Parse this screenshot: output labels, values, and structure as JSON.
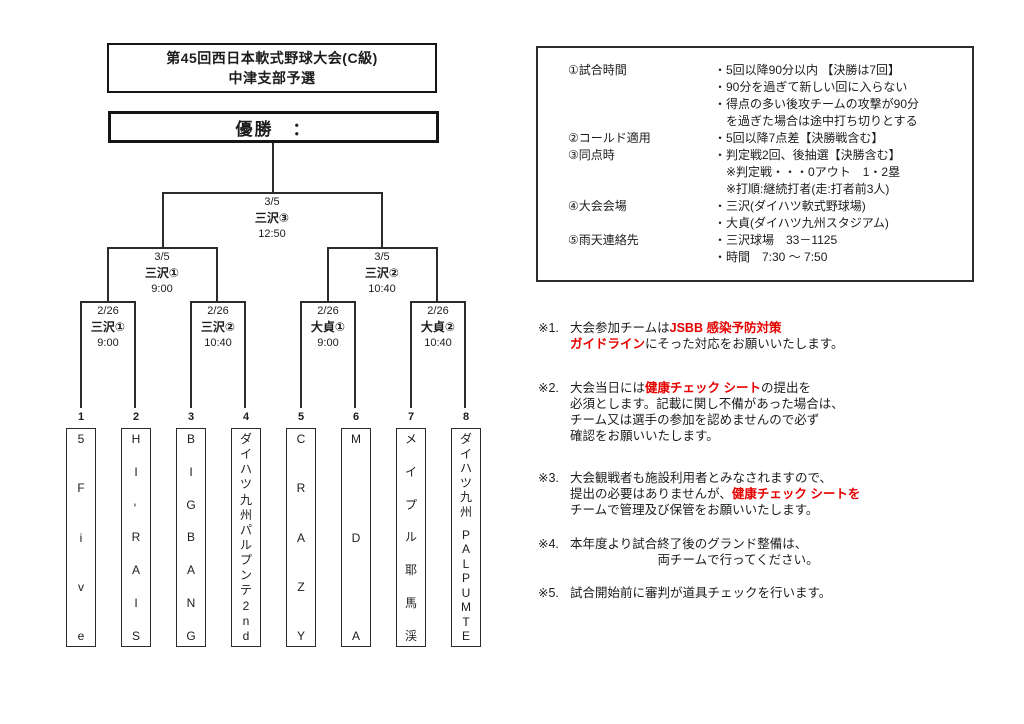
{
  "title": {
    "line1": "第45回西日本軟式野球大会(C級)",
    "line2": "中津支部予選"
  },
  "champion": {
    "label": "優勝　："
  },
  "bracket": {
    "final": {
      "date": "3/5",
      "name": "三沢③",
      "time": "12:50"
    },
    "semi_left": {
      "date": "3/5",
      "name": "三沢①",
      "time": "9:00"
    },
    "semi_right": {
      "date": "3/5",
      "name": "三沢②",
      "time": "10:40"
    },
    "round1": [
      {
        "date": "2/26",
        "name": "三沢①",
        "time": "9:00"
      },
      {
        "date": "2/26",
        "name": "三沢②",
        "time": "10:40"
      },
      {
        "date": "2/26",
        "name": "大貞①",
        "time": "9:00"
      },
      {
        "date": "2/26",
        "name": "大貞②",
        "time": "10:40"
      }
    ]
  },
  "teams": [
    {
      "seed": "1",
      "name": "5Five"
    },
    {
      "seed": "2",
      "name": "HI-RAIS"
    },
    {
      "seed": "3",
      "name": "BIGBANG"
    },
    {
      "seed": "4",
      "name": "ダイハツ九州パルプンテ2nd"
    },
    {
      "seed": "5",
      "name": "CRAZY"
    },
    {
      "seed": "6",
      "name": "MDA"
    },
    {
      "seed": "7",
      "name": "メイプル耶馬渓"
    },
    {
      "seed": "8",
      "name": "ダイハツ九州 PALPUMTE"
    }
  ],
  "rules": {
    "items": [
      {
        "label": "①試合時間",
        "lines": [
          "・5回以降90分以内 【決勝は7回】",
          "・90分を過ぎて新しい回に入らない",
          "・得点の多い後攻チームの攻撃が90分",
          "　を過ぎた場合は途中打ち切りとする"
        ]
      },
      {
        "label": "②コールド適用",
        "lines": [
          "・5回以降7点差【決勝戦含む】"
        ]
      },
      {
        "label": "③同点時",
        "lines": [
          "・判定戦2回、後抽選【決勝含む】",
          "　※判定戦・・・0アウト　1・2塁",
          "　※打順:継続打者(走:打者前3人)"
        ]
      },
      {
        "label": "④大会会場",
        "lines": [
          "・三沢(ダイハツ軟式野球場)",
          "・大貞(ダイハツ九州スタジアム)"
        ]
      },
      {
        "label": "⑤雨天連絡先",
        "lines": [
          "・三沢球場　33－1125",
          "・時間　7:30 ～ 7:50"
        ]
      }
    ]
  },
  "notes": [
    {
      "marker": "※1.",
      "lines": [
        [
          {
            "t": "大会参加チームは"
          },
          {
            "t": "JSBB 感染予防対策",
            "red": true
          }
        ],
        [
          {
            "t": "ガイドライン",
            "red": true
          },
          {
            "t": "にそった対応をお願いいたします。"
          }
        ]
      ]
    },
    {
      "marker": "※2.",
      "lines": [
        [
          {
            "t": "大会当日には"
          },
          {
            "t": "健康チェック シート",
            "red": true
          },
          {
            "t": "の提出を"
          }
        ],
        [
          {
            "t": "必須とします。記載に関し不備があった場合は、"
          }
        ],
        [
          {
            "t": "チーム又は選手の参加を認めませんので必ず"
          }
        ],
        [
          {
            "t": "確認をお願いいたします。"
          }
        ]
      ]
    },
    {
      "marker": "※3.",
      "lines": [
        [
          {
            "t": "大会観戦者も施設利用者とみなされますので、"
          }
        ],
        [
          {
            "t": "提出の必要はありませんが、"
          },
          {
            "t": "健康チェック シートを",
            "red": true
          }
        ],
        [
          {
            "t": "チームで管理及び保管をお願いいたします。"
          }
        ]
      ]
    },
    {
      "marker": "※4.",
      "lines": [
        [
          {
            "t": "本年度より試合終了後のグランド整備は、"
          }
        ],
        [
          {
            "t": "　　　　　　　両チームで行ってください。"
          }
        ]
      ]
    },
    {
      "marker": "※5.",
      "lines": [
        [
          {
            "t": "試合開始前に審判が道具チェックを行います。"
          }
        ]
      ]
    }
  ]
}
